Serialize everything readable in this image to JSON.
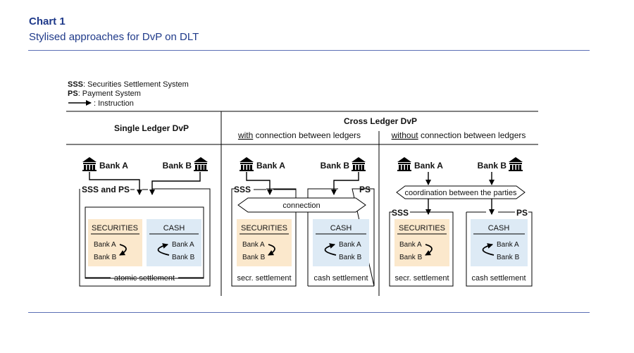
{
  "header": {
    "chart_label": "Chart 1",
    "subtitle": "Stylised approaches for DvP on DLT"
  },
  "legend": {
    "sss_abbr": "SSS",
    "sss_text": ": Securities Settlement System",
    "ps_abbr": "PS",
    "ps_text": ": Payment System",
    "instruction_text": ": Instruction"
  },
  "columns": {
    "single_title": "Single Ledger DvP",
    "cross_title": "Cross Ledger DvP",
    "with_word": "with",
    "with_rest": " connection between ledgers",
    "without_word": "without",
    "without_rest": " connection between ledgers"
  },
  "labels": {
    "bank_a": "Bank A",
    "bank_b": "Bank B",
    "sss": "SSS",
    "ps": "PS",
    "sss_and_ps": "SSS and PS",
    "securities": "SECURITIES",
    "cash": "CASH",
    "connection": "connection",
    "coordination": "coordination between the parties",
    "atomic_settlement": "atomic settlement",
    "secr_settlement": "secr. settlement",
    "cash_settlement": "cash settlement"
  },
  "colors": {
    "brand_blue": "#1f3a8a",
    "rule_blue": "#5b6fb5",
    "securities_fill": "#fbe8cc",
    "cash_fill": "#ddeaf5"
  },
  "icons": [
    "bank-icon",
    "arrow-icon",
    "cycle-arrow-icon"
  ]
}
